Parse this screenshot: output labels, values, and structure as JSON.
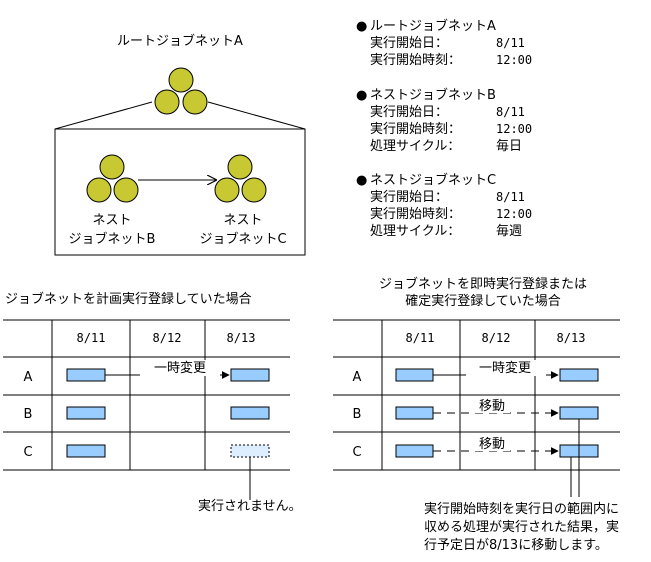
{
  "diagram": {
    "root_title": "ルートジョブネットA",
    "nested_b_line1": "ネスト",
    "nested_b_line2": "ジョブネットB",
    "nested_c_line1": "ネスト",
    "nested_c_line2": "ジョブネットC",
    "info": [
      {
        "bullet": "●",
        "title": "ルートジョブネットA",
        "rows": [
          {
            "label": "実行開始日：",
            "value": "8/11"
          },
          {
            "label": "実行開始時刻：",
            "value": "12:00"
          }
        ]
      },
      {
        "bullet": "●",
        "title": "ネストジョブネットB",
        "rows": [
          {
            "label": "実行開始日：",
            "value": "8/11"
          },
          {
            "label": "実行開始時刻：",
            "value": "12:00"
          },
          {
            "label": "処理サイクル：",
            "value": "毎日"
          }
        ]
      },
      {
        "bullet": "●",
        "title": "ネストジョブネットC",
        "rows": [
          {
            "label": "実行開始日：",
            "value": "8/11"
          },
          {
            "label": "実行開始時刻：",
            "value": "12:00"
          },
          {
            "label": "処理サイクル：",
            "value": "毎週"
          }
        ]
      }
    ],
    "left_table": {
      "caption": "ジョブネットを計画実行登録していた場合",
      "dates": [
        "8/11",
        "8/12",
        "8/13"
      ],
      "rows": [
        "A",
        "B",
        "C"
      ],
      "change_label": "一時変更",
      "not_executed_note": "実行されません。"
    },
    "right_table": {
      "caption_line1": "ジョブネットを即時実行登録または",
      "caption_line2": "確定実行登録していた場合",
      "dates": [
        "8/11",
        "8/12",
        "8/13"
      ],
      "rows": [
        "A",
        "B",
        "C"
      ],
      "change_label": "一時変更",
      "move_label_b": "移動",
      "move_label_c": "移動",
      "note_line1": "実行開始時刻を実行日の範囲内に",
      "note_line2": "収める処理が実行された結果，実",
      "note_line3": "行予定日が8/13に移動します。"
    },
    "colors": {
      "circle_fill": "#c8c832",
      "bar_fill": "#99ccff",
      "bar_dotted_fill": "#dceeff",
      "line": "#000000"
    }
  }
}
